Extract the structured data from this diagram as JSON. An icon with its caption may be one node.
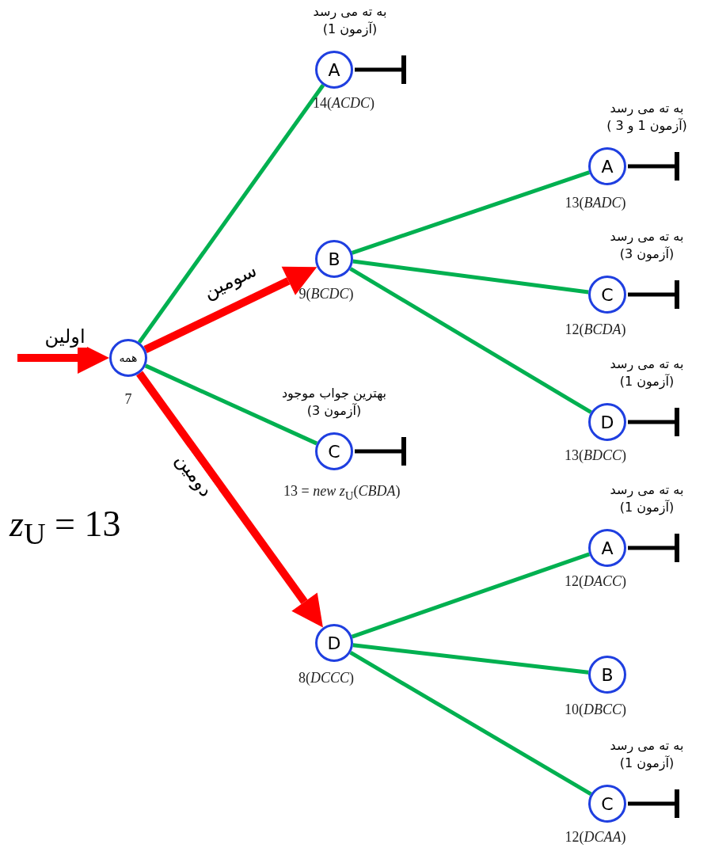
{
  "diagram": {
    "nodes": [
      {
        "text": [
          "همه"
        ],
        "beside": [
          "7"
        ]
      },
      {
        "text": [
          "A"
        ],
        "beside": [
          "به ته می رسد (آزمون 1)",
          "14(*ACDC*)"
        ]
      },
      {
        "text": [
          "B"
        ],
        "beside": [
          "9(*BCDC*)"
        ]
      },
      {
        "text": [
          "C"
        ],
        "beside": [
          "بهترین جواب موجود (آزمون 3)",
          "13 = *new z*$_{U}$(*CBDA*)"
        ]
      },
      {
        "text": [
          "D"
        ],
        "beside": [
          "8(*DCCC*)"
        ]
      },
      {
        "text": [
          "A"
        ],
        "beside": [
          "به ته می رسد (آزمون 1 و 3 )",
          "13(*BADC*)"
        ]
      },
      {
        "text": [
          "C"
        ],
        "beside": [
          "به ته می رسد (آزمون 3)",
          "12(*BCDA*)"
        ]
      },
      {
        "text": [
          "D"
        ],
        "beside": [
          "به ته می رسد (آزمون 1)",
          "13(*BDCC*)"
        ]
      },
      {
        "text": [
          "A"
        ],
        "beside": [
          "به ته می رسد (آزمون 1)",
          "12(*DACC*)"
        ]
      },
      {
        "text": [
          "B"
        ],
        "beside": [
          "10(*DBCC*)"
        ]
      },
      {
        "text": [
          "C"
        ],
        "beside": [
          "به ته می رسد (آزمون 1)",
          "12(*DCAA*)"
        ]
      }
    ],
    "edges": [
      {
        "from": null,
        "to": 0,
        "arrow": "to",
        "label": "اولین",
        "style": "thick",
        "color": "#ff0000"
      },
      {
        "from": 0,
        "to": 1,
        "arrow": "none"
      },
      {
        "from": 0,
        "to": 2,
        "arrow": "to",
        "label": "سومین",
        "style": "thick",
        "color": "#ff0000"
      },
      {
        "from": 0,
        "to": 3,
        "arrow": "none"
      },
      {
        "from": 0,
        "to": 4,
        "arrow": "to",
        "label": "دومین",
        "style": "thick",
        "color": "#ff0000"
      },
      {
        "from": 2,
        "to": 5,
        "arrow": "none"
      },
      {
        "from": 2,
        "to": 6,
        "arrow": "none"
      },
      {
        "from": 2,
        "to": 7,
        "arrow": "none"
      },
      {
        "from": 4,
        "to": 8,
        "arrow": "none"
      },
      {
        "from": 4,
        "to": 9,
        "arrow": "none"
      },
      {
        "from": 4,
        "to": 10,
        "arrow": "none"
      }
    ],
    "labels": [
      "*z*$_{U}$ = 13"
    ]
  }
}
